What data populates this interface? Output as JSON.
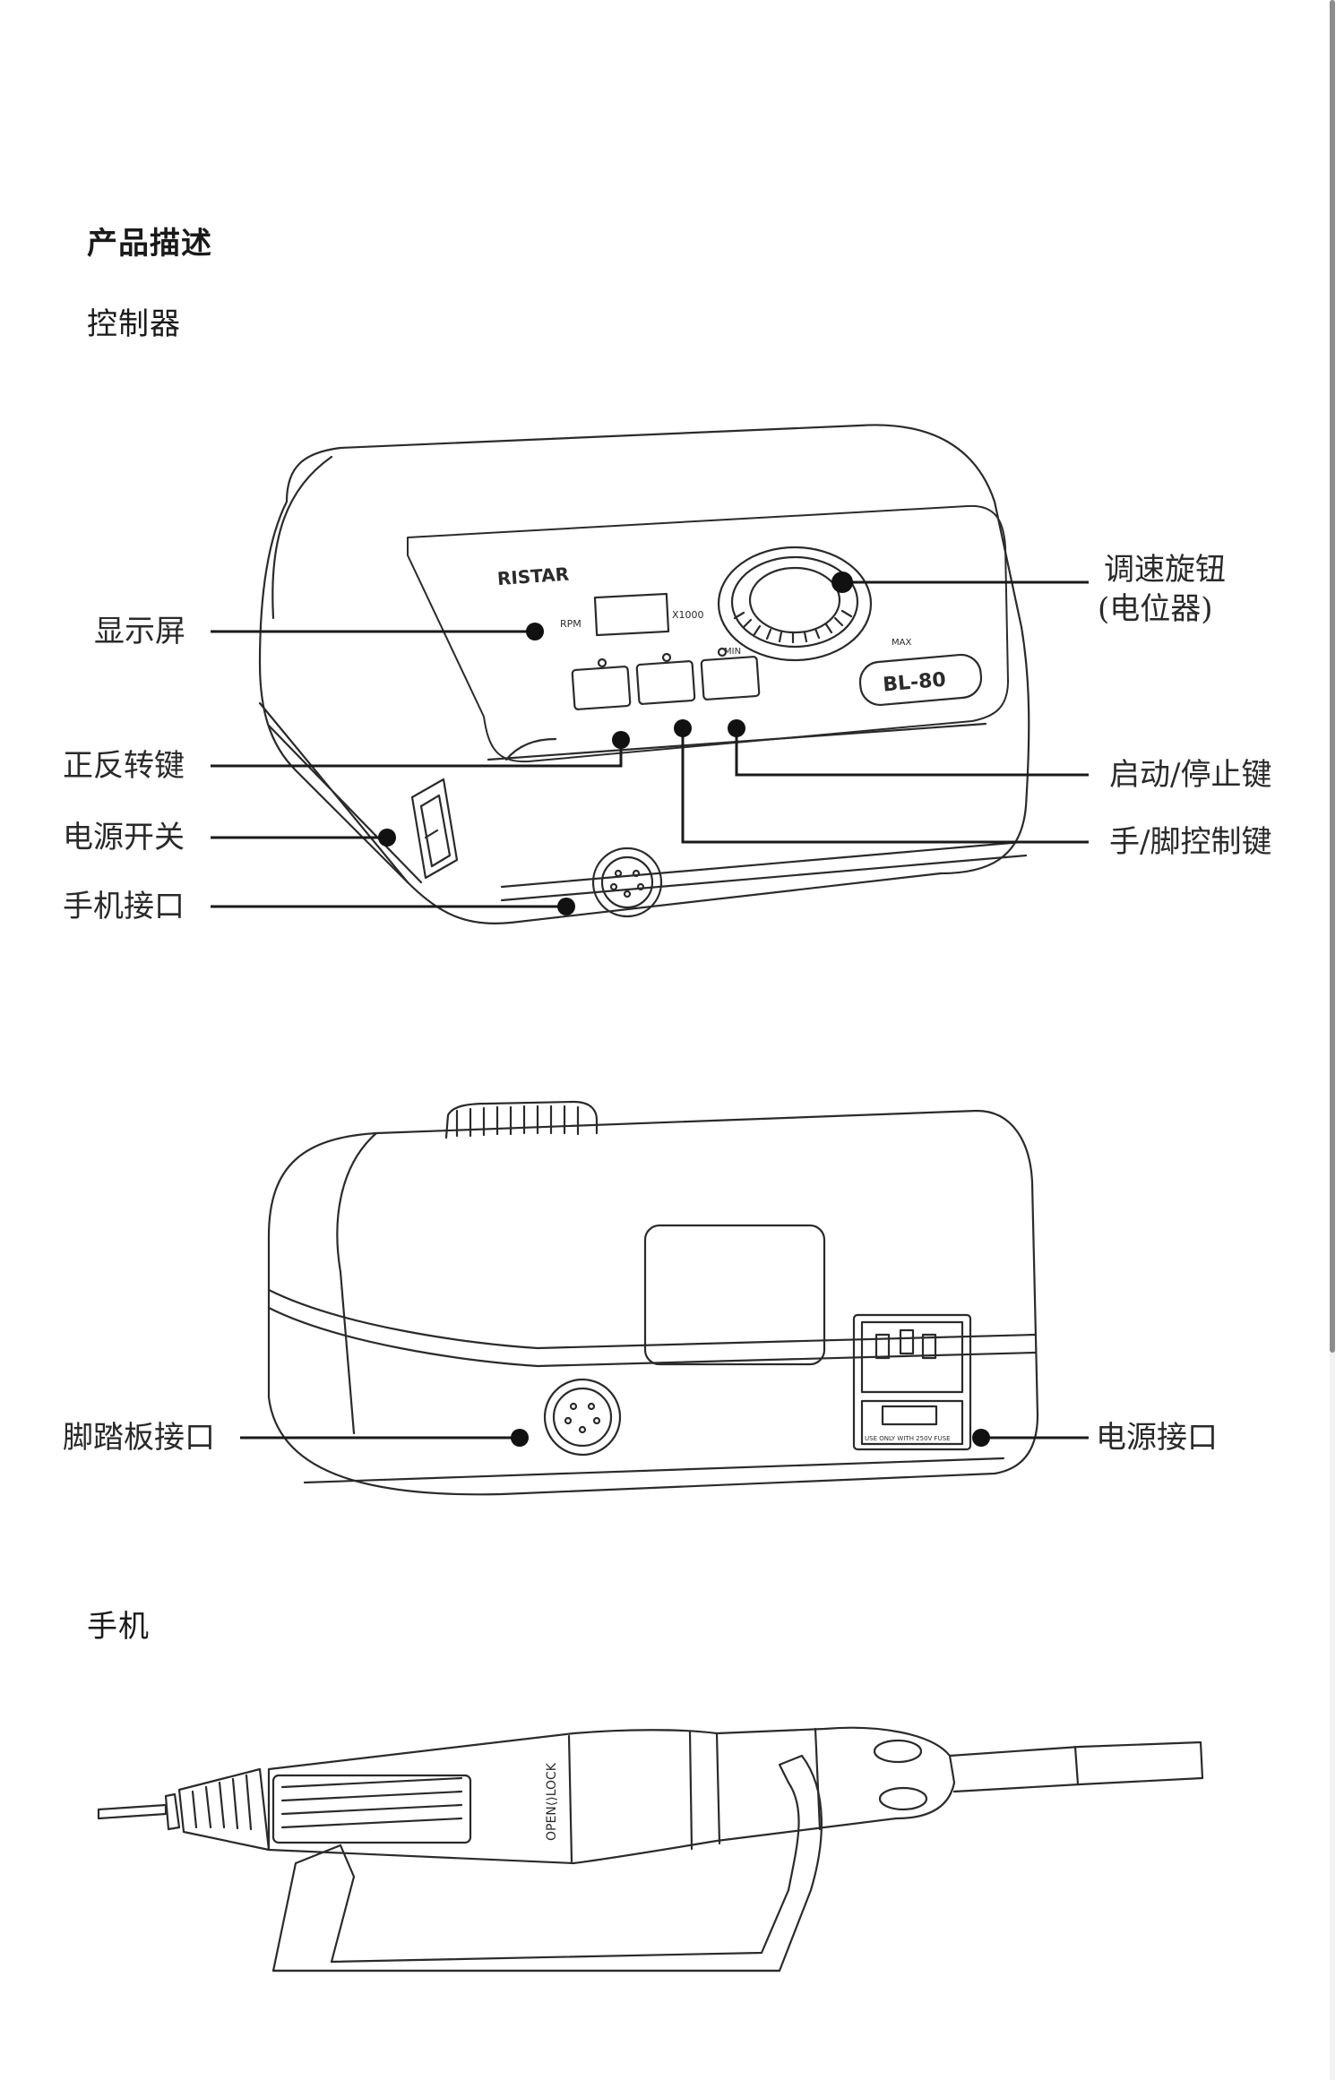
{
  "section_title": "产品描述",
  "controller": {
    "title": "控制器",
    "front_labels": {
      "display": "显示屏",
      "direction_key": "正反转键",
      "power_switch": "电源开关",
      "handpiece_port": "手机接口",
      "speed_knob_line1": "调速旋钮",
      "speed_knob_line2": "(电位器)",
      "start_stop_key": "启动/停止键",
      "hand_foot_key": "手/脚控制键"
    },
    "device_text": {
      "brand": "RISTAR",
      "rpm": "RPM",
      "multiplier": "X1000",
      "min": "MIN",
      "max": "MAX",
      "model": "BL-80"
    },
    "rear_labels": {
      "foot_pedal_port": "脚踏板接口",
      "power_port": "电源接口"
    },
    "rear_text": {
      "fuse_note": "USE ONLY WITH 250V FUSE"
    }
  },
  "handpiece": {
    "title": "手机",
    "lock_text": "OPEN⟨⟩LOCK"
  }
}
